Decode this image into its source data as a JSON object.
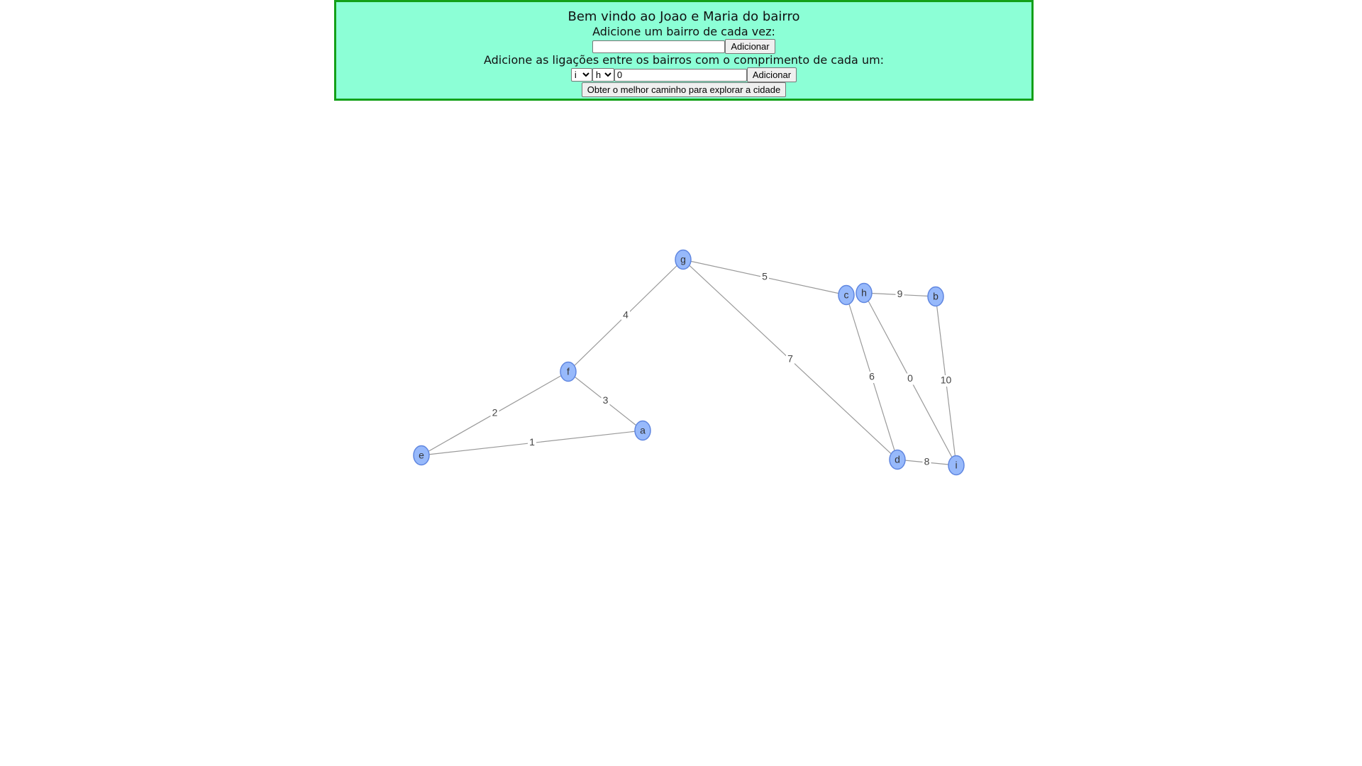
{
  "header": {
    "title": "Bem vindo ao Joao e Maria do bairro",
    "add_neighborhood_label": "Adicione um bairro de cada vez:",
    "add_neighborhood_value": "",
    "add_neighborhood_button": "Adicionar",
    "add_connection_label": "Adicione as ligações entre os bairros com o comprimento de cada um:",
    "from_selected": "i",
    "to_selected": "h",
    "length_value": "0",
    "add_connection_button": "Adicionar",
    "best_path_button": "Obter o melhor caminho para explorar a cidade"
  },
  "graph": {
    "colors": {
      "node_fill": "#97b9fb",
      "node_border": "#5f86e0",
      "edge": "#9a9a9a"
    },
    "nodes": [
      "a",
      "b",
      "c",
      "d",
      "e",
      "f",
      "g",
      "h",
      "i"
    ],
    "edges": [
      {
        "from": "e",
        "to": "a",
        "length": "1"
      },
      {
        "from": "e",
        "to": "f",
        "length": "2"
      },
      {
        "from": "f",
        "to": "a",
        "length": "3"
      },
      {
        "from": "f",
        "to": "g",
        "length": "4"
      },
      {
        "from": "g",
        "to": "c",
        "length": "5"
      },
      {
        "from": "c",
        "to": "d",
        "length": "6"
      },
      {
        "from": "g",
        "to": "d",
        "length": "7"
      },
      {
        "from": "d",
        "to": "i",
        "length": "8"
      },
      {
        "from": "h",
        "to": "b",
        "length": "9"
      },
      {
        "from": "b",
        "to": "i",
        "length": "10"
      },
      {
        "from": "h",
        "to": "i",
        "length": "0"
      }
    ]
  }
}
